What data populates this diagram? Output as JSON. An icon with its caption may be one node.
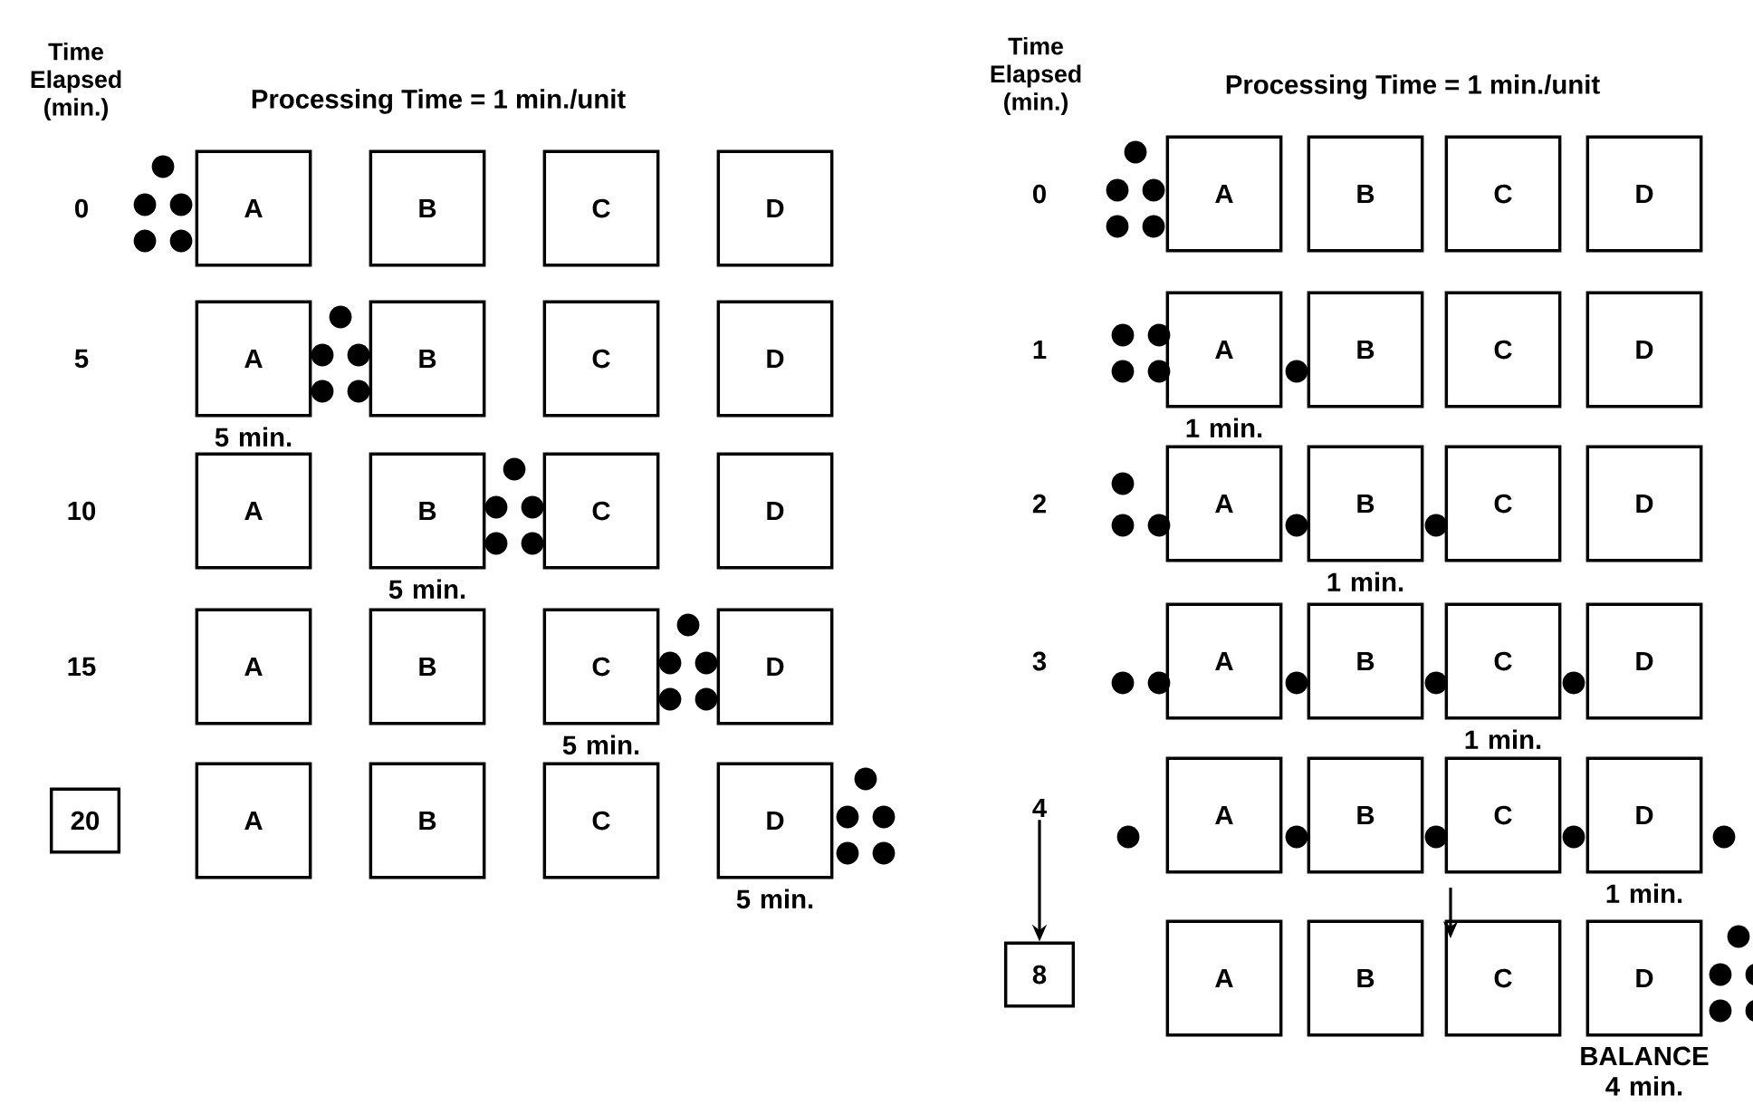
{
  "diagram": {
    "nodes": [
      {
        "text": [
          "A"
        ]
      },
      {
        "text": [
          "B"
        ]
      },
      {
        "text": [
          "C"
        ]
      },
      {
        "text": [
          "D"
        ]
      },
      {
        "text": [
          "A"
        ],
        "beside": [
          "5 min."
        ]
      },
      {
        "text": [
          "B"
        ]
      },
      {
        "text": [
          "C"
        ]
      },
      {
        "text": [
          "D"
        ]
      },
      {
        "text": [
          "A"
        ]
      },
      {
        "text": [
          "B"
        ],
        "beside": [
          "5 min."
        ]
      },
      {
        "text": [
          "C"
        ]
      },
      {
        "text": [
          "D"
        ]
      },
      {
        "text": [
          "A"
        ]
      },
      {
        "text": [
          "B"
        ]
      },
      {
        "text": [
          "C"
        ],
        "beside": [
          "5 min."
        ]
      },
      {
        "text": [
          "D"
        ]
      },
      {
        "text": [
          "20"
        ]
      },
      {
        "text": [
          "A"
        ]
      },
      {
        "text": [
          "B"
        ]
      },
      {
        "text": [
          "C"
        ]
      },
      {
        "text": [
          "D"
        ],
        "beside": [
          "5 min."
        ]
      },
      {
        "text": [
          "A"
        ]
      },
      {
        "text": [
          "B"
        ]
      },
      {
        "text": [
          "C"
        ]
      },
      {
        "text": [
          "D"
        ]
      },
      {
        "text": [
          "A"
        ],
        "beside": [
          "1 min."
        ]
      },
      {
        "text": [
          "B"
        ]
      },
      {
        "text": [
          "C"
        ]
      },
      {
        "text": [
          "D"
        ]
      },
      {
        "text": [
          "A"
        ]
      },
      {
        "text": [
          "B"
        ],
        "beside": [
          "1 min."
        ]
      },
      {
        "text": [
          "C"
        ]
      },
      {
        "text": [
          "D"
        ]
      },
      {
        "text": [
          "A"
        ]
      },
      {
        "text": [
          "B"
        ]
      },
      {
        "text": [
          "C"
        ],
        "beside": [
          "1 min."
        ]
      },
      {
        "text": [
          "D"
        ]
      },
      {
        "text": [
          "4"
        ]
      },
      {
        "text": [
          "A"
        ]
      },
      {
        "text": [
          "B"
        ]
      },
      {
        "text": [
          "C"
        ]
      },
      {
        "text": [
          "D"
        ],
        "beside": [
          "1 min."
        ]
      },
      {
        "text": [
          "8"
        ]
      },
      {
        "text": [
          "A"
        ]
      },
      {
        "text": [
          "B"
        ]
      },
      {
        "text": [
          "C"
        ]
      },
      {
        "text": [
          "D"
        ],
        "beside": [
          "BALANCE 4 min."
        ]
      }
    ],
    "edges": [
      {
        "from": 37,
        "to": 42,
        "arrow": "to"
      }
    ],
    "labels": [
      "Time Elapsed (min.)",
      "Processing Time = 1 min./unit",
      "0",
      "5",
      "10",
      "15",
      "Time Elapsed (min.)",
      "Processing Time = 1 min./unit",
      "0",
      "1",
      "2",
      "3"
    ]
  }
}
